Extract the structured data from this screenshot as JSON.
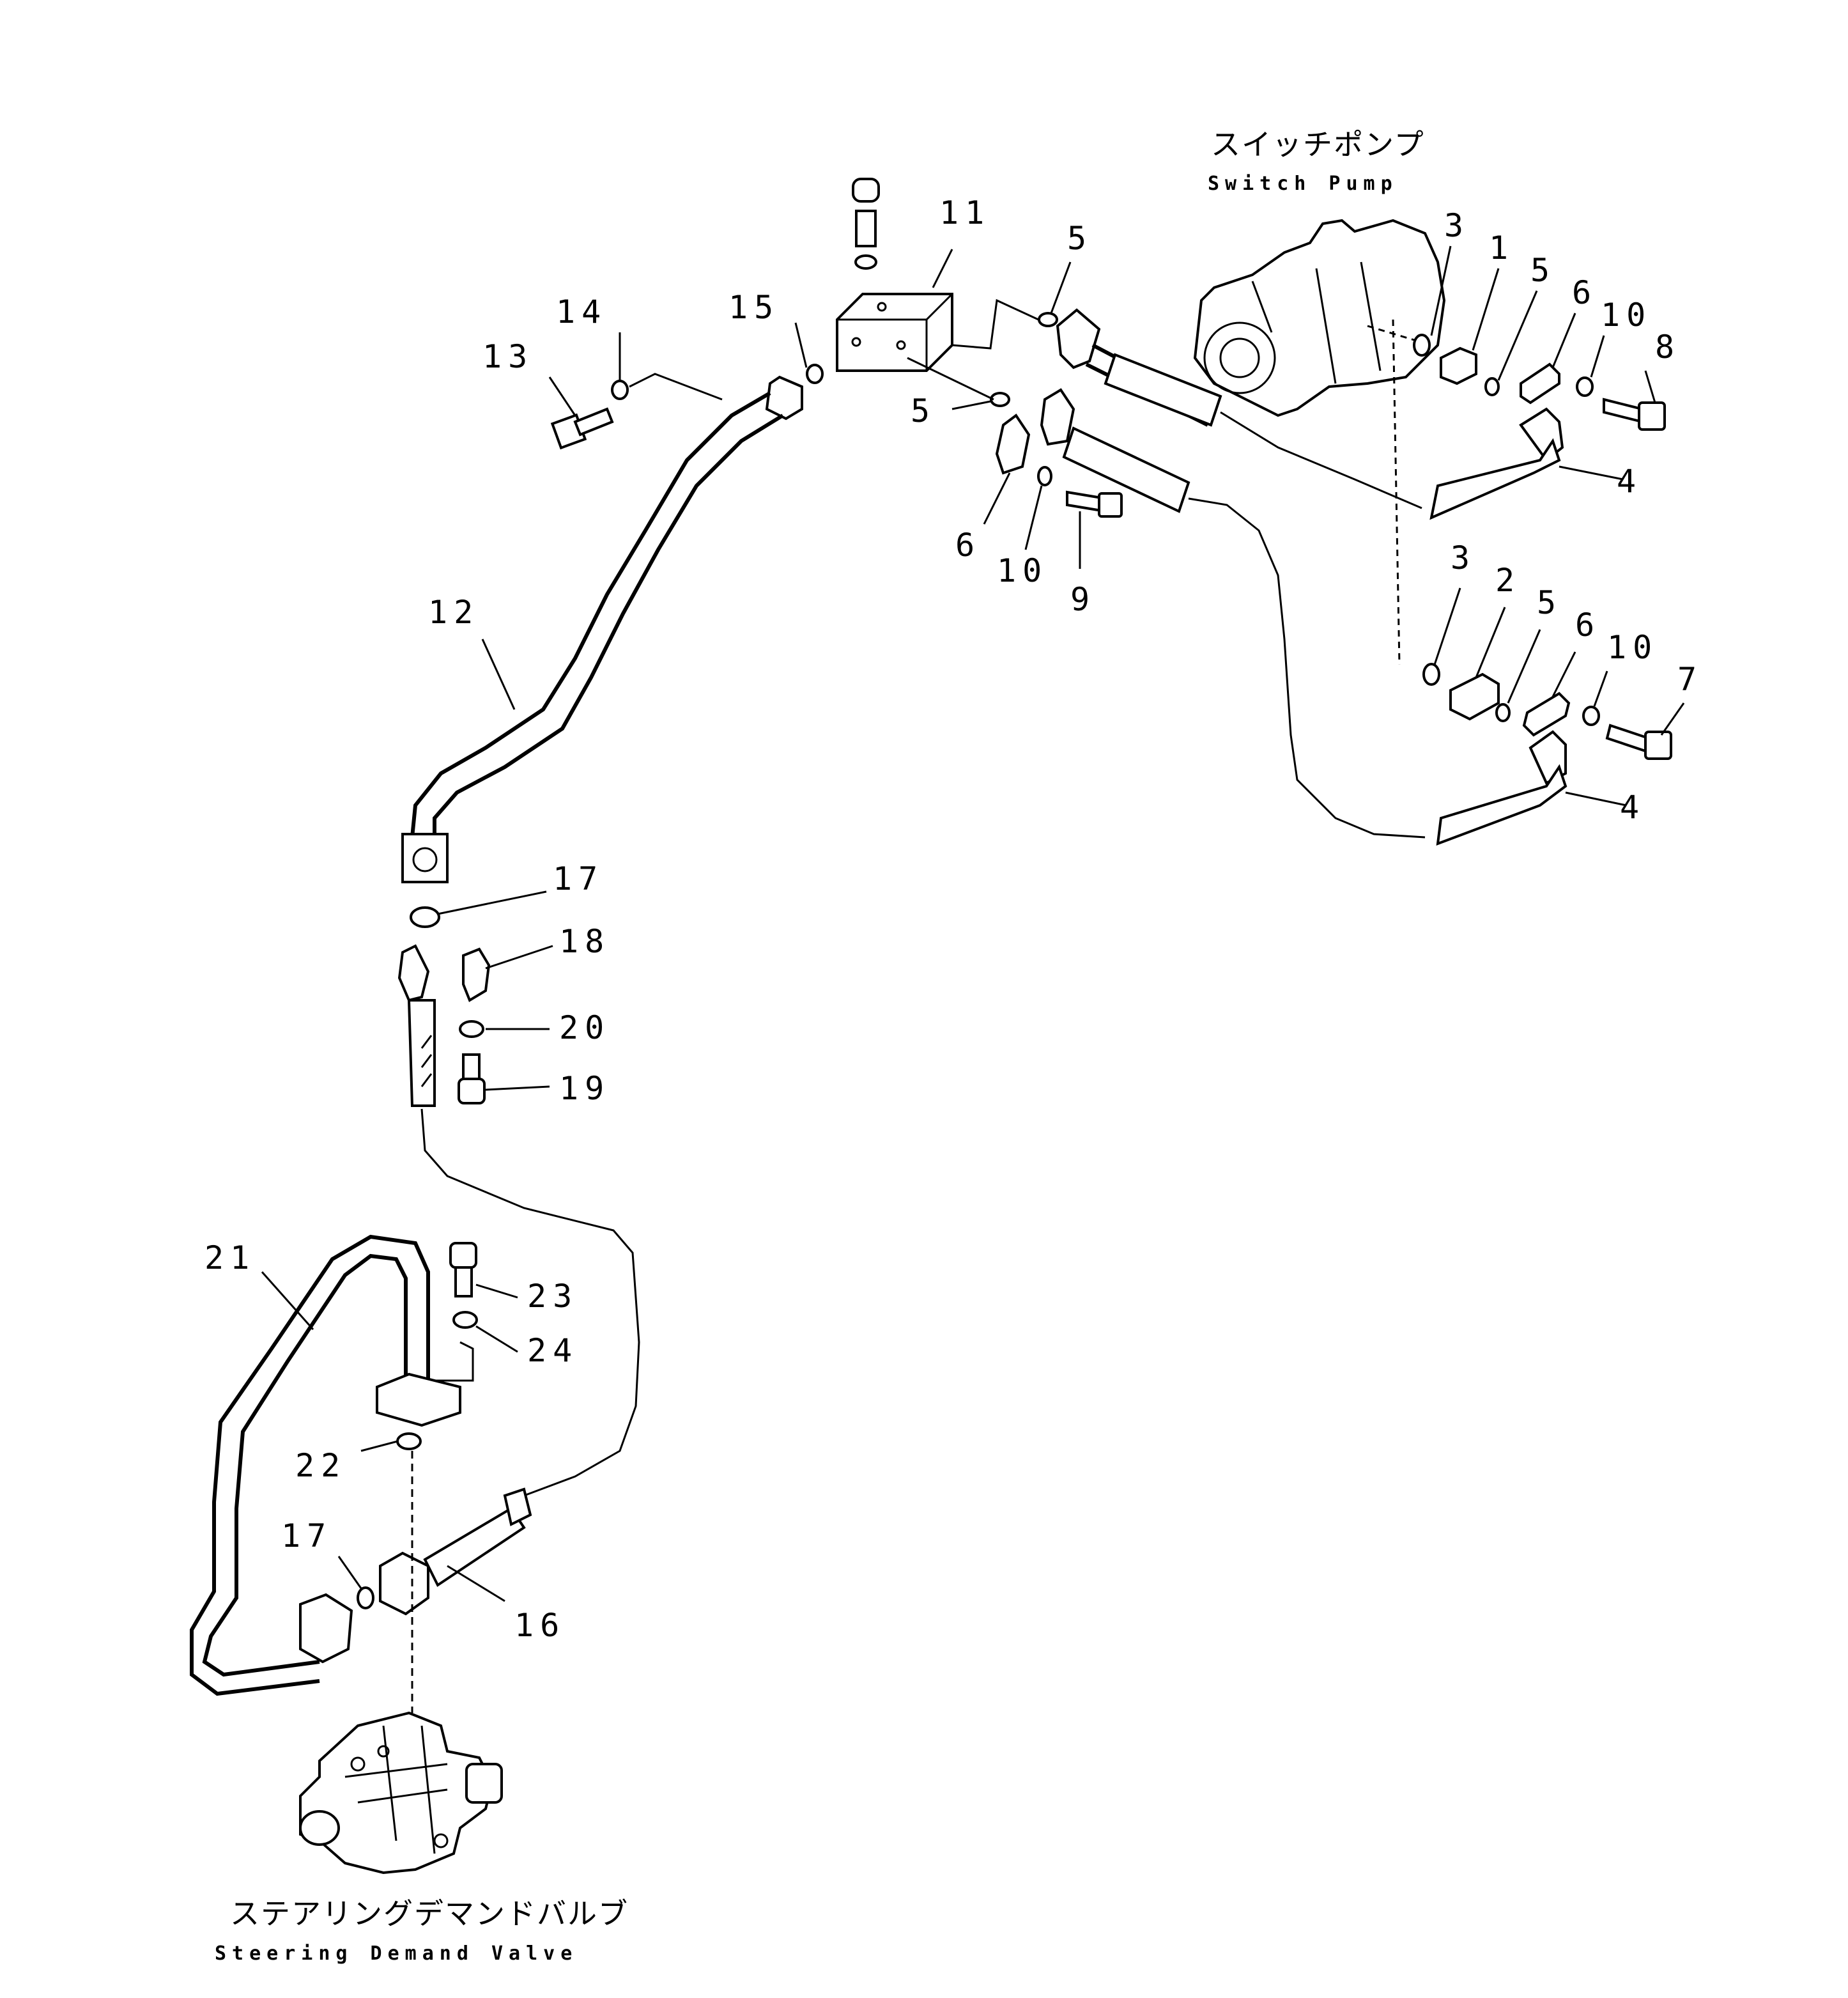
{
  "captions": {
    "switch_pump_jp": "スイッチポンプ",
    "switch_pump_en": "Switch Pump",
    "steering_valve_jp": "ステアリングデマンドバルブ",
    "steering_valve_en": "Steering Demand Valve"
  },
  "callouts": {
    "c11": "11",
    "c5a": "5",
    "c3a": "3",
    "c1": "1",
    "c5b": "5",
    "c6a": "6",
    "c10a": "10",
    "c8": "8",
    "c14": "14",
    "c15": "15",
    "c13": "13",
    "c5c": "5",
    "c4a": "4",
    "c6b": "6",
    "c10b": "10",
    "c9": "9",
    "c12": "12",
    "c3b": "3",
    "c2": "2",
    "c5d": "5",
    "c6c": "6",
    "c10c": "10",
    "c7": "7",
    "c4b": "4",
    "c17a": "17",
    "c18": "18",
    "c20": "20",
    "c19": "19",
    "c21": "21",
    "c23": "23",
    "c24": "24",
    "c22": "22",
    "c17b": "17",
    "c16": "16"
  }
}
